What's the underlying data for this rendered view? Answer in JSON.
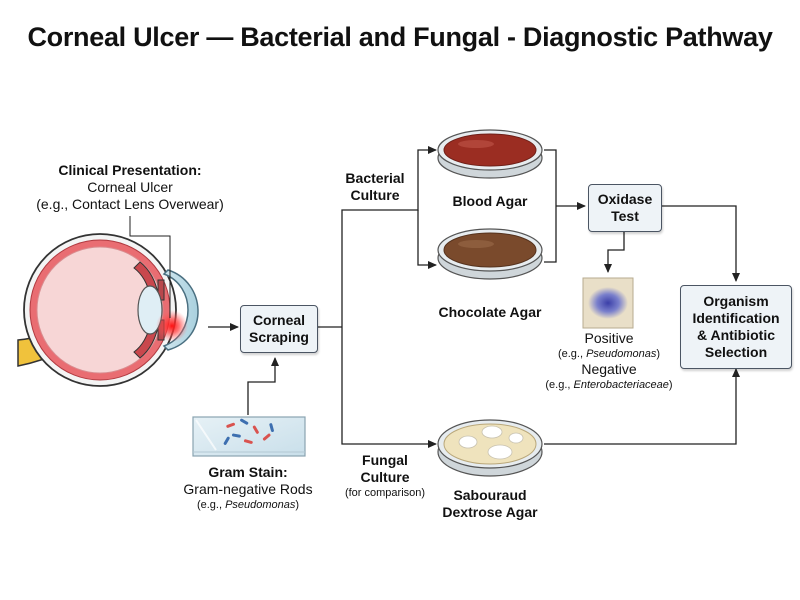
{
  "title": "Corneal Ulcer — Bacterial and Fungal - Diagnostic Pathway",
  "clinical": {
    "heading": "Clinical Presentation:",
    "line1": "Corneal Ulcer",
    "line2": "(e.g., Contact Lens Overwear)"
  },
  "scraping": {
    "line1": "Corneal",
    "line2": "Scraping"
  },
  "gram_stain": {
    "heading": "Gram Stain:",
    "line1": "Gram-negative Rods",
    "example_prefix": "(e.g., ",
    "example_italic": "Pseudomonas",
    "example_suffix": ")"
  },
  "bacterial_culture": {
    "line1": "Bacterial",
    "line2": "Culture"
  },
  "blood_agar": "Blood Agar",
  "chocolate_agar": "Chocolate Agar",
  "oxidase": {
    "line1": "Oxidase",
    "line2": "Test"
  },
  "oxidase_result": {
    "positive": "Positive",
    "positive_example_prefix": "(e.g., ",
    "positive_example_italic": "Pseudomonas",
    "positive_example_suffix": ")",
    "negative": "Negative",
    "negative_example_prefix": "(e.g., ",
    "negative_example_italic": "Enterobacteriaceae",
    "negative_example_suffix": ")"
  },
  "fungal_culture": {
    "line1": "Fungal",
    "line2": "Culture",
    "note": "(for comparison)"
  },
  "sabouraud": {
    "line1": "Sabouraud",
    "line2": "Dextrose Agar"
  },
  "organism": {
    "line1": "Organism",
    "line2": "Identification",
    "line3": "& Antibiotic",
    "line4": "Selection"
  },
  "colors": {
    "box_fill": "#eef3f7",
    "box_border": "#4b5563",
    "blood_agar": "#9b2d22",
    "chocolate_agar": "#7a4a2c",
    "sabouraud_agar": "#efe3bd",
    "oxidase_positive": "#4a56b0"
  }
}
